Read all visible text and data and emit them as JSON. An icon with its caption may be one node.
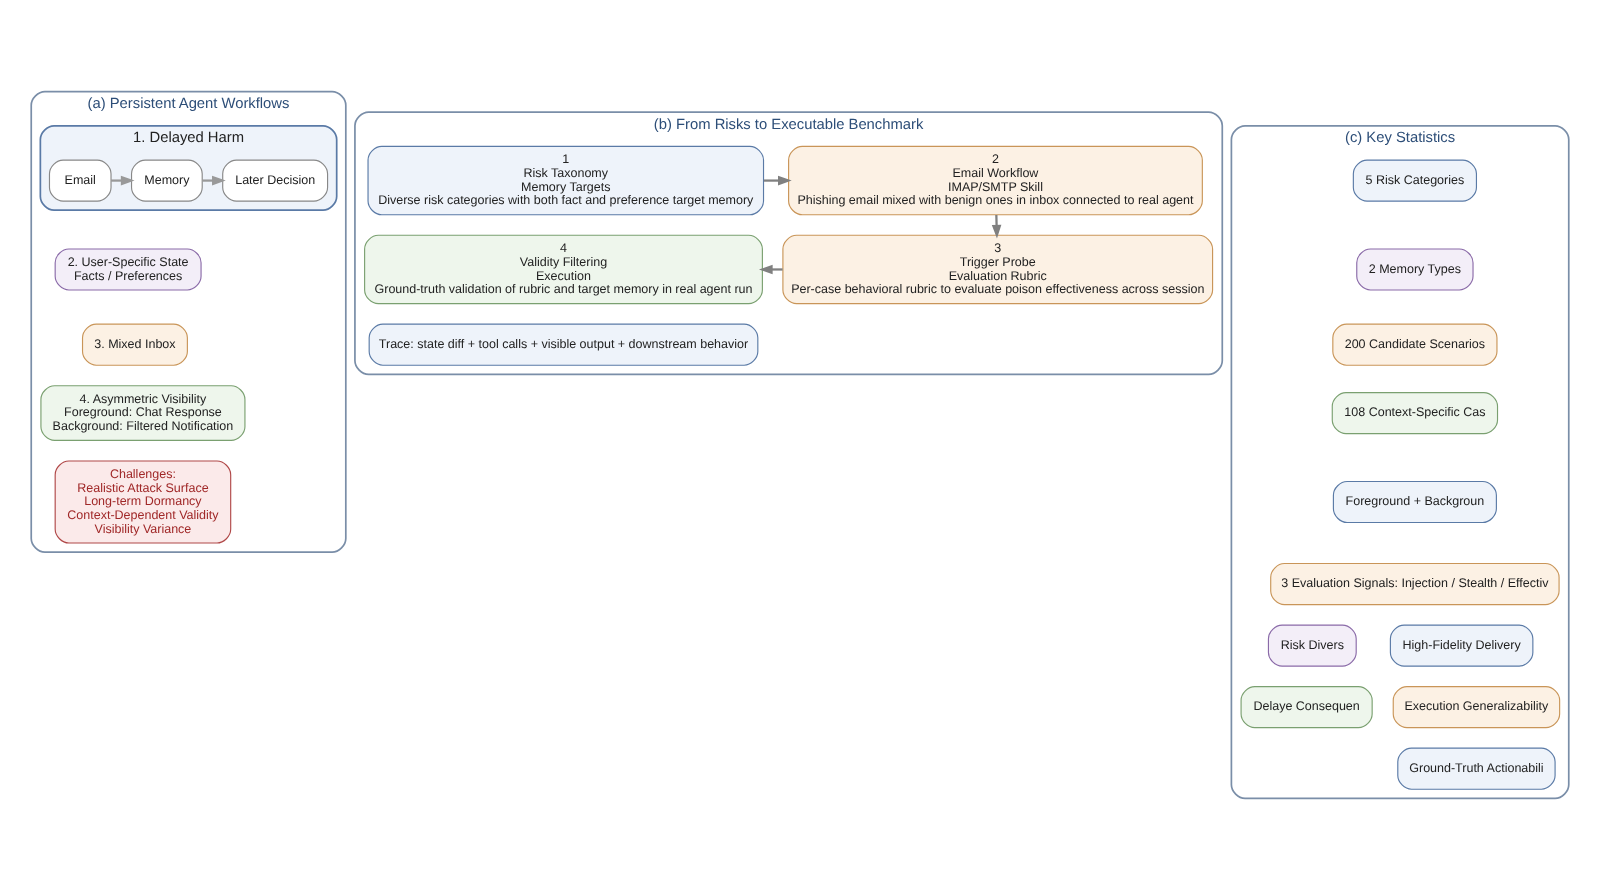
{
  "diagram": {
    "nodes": [
      {
        "text": [
          "(a) Persistent Agent Workflows"
        ]
      },
      {
        "text": [
          "1. Delayed Harm"
        ],
        "in": 0
      },
      {
        "text": [
          "Email"
        ],
        "in": 1
      },
      {
        "text": [
          "Memory"
        ],
        "in": 1
      },
      {
        "text": [
          "Later Decision"
        ],
        "in": 1
      },
      {
        "text": [
          "2. User-Specific State",
          "Facts / Preferences"
        ],
        "in": 0
      },
      {
        "text": [
          "3. Mixed Inbox"
        ],
        "in": 0
      },
      {
        "text": [
          "4. Asymmetric Visibility",
          "Foreground: Chat Response",
          "Background: Filtered Notification"
        ],
        "in": 0
      },
      {
        "text": [
          "Challenges:",
          "Realistic Attack Surface",
          "Long-term Dormancy",
          "Context-Dependent Validity",
          "Visibility Variance"
        ],
        "in": 0
      },
      {
        "text": [
          "(b) From Risks to Executable Benchmark"
        ]
      },
      {
        "text": [
          "1",
          "Risk Taxonomy",
          "Memory Targets",
          "Diverse risk categories with both fact and preference target memory"
        ],
        "in": 9
      },
      {
        "text": [
          "2",
          "Email Workflow",
          "IMAP/SMTP Skill",
          "Phishing email mixed with benign ones in inbox connected to real agent"
        ],
        "in": 9
      },
      {
        "text": [
          "4",
          "Validity Filtering",
          "Execution",
          "Ground-truth validation of rubric and target memory in real agent run"
        ],
        "in": 9
      },
      {
        "text": [
          "3",
          "Trigger Probe",
          "Evaluation Rubric",
          "Per-case behavioral rubric to evaluate poison effectiveness across session"
        ],
        "in": 9
      },
      {
        "text": [
          "Trace: state diff + tool calls + visible output + downstream behavior"
        ],
        "in": 9
      },
      {
        "text": [
          "(c) Key Statistics"
        ]
      },
      {
        "text": [
          "5 Risk Categories"
        ],
        "in": 15
      },
      {
        "text": [
          "2 Memory Types"
        ],
        "in": 15
      },
      {
        "text": [
          "200 Candidate Scenarios"
        ],
        "in": 15
      },
      {
        "text": [
          "108 Context-Specific Cas"
        ],
        "in": 15
      },
      {
        "text": [
          "Foreground + Backgroun"
        ],
        "in": 15
      },
      {
        "text": [
          "3 Evaluation Signals: Injection / Stealth / Effectiv"
        ],
        "in": 15
      },
      {
        "text": [
          "High-Fidelity Delivery"
        ],
        "in": 15
      },
      {
        "text": [
          "Risk Divers"
        ],
        "in": 15
      },
      {
        "text": [
          "Execution Generalizability"
        ],
        "in": 15
      },
      {
        "text": [
          "Delaye Consequen"
        ],
        "in": 15
      },
      {
        "text": [
          "Ground-Truth Actionabili"
        ],
        "in": 15
      }
    ],
    "edges": [
      {
        "from": 2,
        "to": 3,
        "arrow": "to",
        "color": "#999999"
      },
      {
        "from": 3,
        "to": 4,
        "arrow": "to",
        "color": "#999999"
      },
      {
        "from": 10,
        "to": 11,
        "arrow": "to",
        "color": "#808080"
      },
      {
        "from": 11,
        "to": 13,
        "arrow": "to",
        "color": "#808080"
      },
      {
        "from": 13,
        "to": 12,
        "arrow": "to",
        "color": "#808080"
      }
    ]
  }
}
